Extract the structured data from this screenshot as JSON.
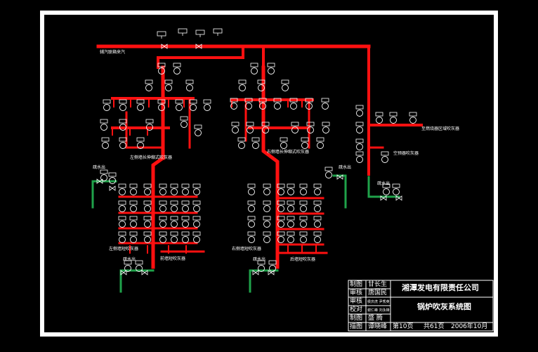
{
  "diagram": {
    "colors": {
      "background": "#000000",
      "frame": "#ffffff",
      "steam_pipe": "#ff1010",
      "drain_pipe": "#1fa24a",
      "instrument": "#ffffff"
    },
    "labels": {
      "inlet": "辅汽联箱来汽",
      "upper_branch": "至燃烧器区域吹灰器",
      "lower_right_branch": "空预器吹灰器",
      "left_mid": "左侧墙长伸缩式吹灰器",
      "right_mid": "右侧墙长伸缩式吹灰器",
      "left_bottom": "左侧墙短吹灰器",
      "left_bottom2": "前墙短吹灰器",
      "right_bottom": "右侧墙短吹灰器",
      "right_bottom2": "后墙短吹灰器",
      "drain1": "疏水出",
      "drain2": "疏水出",
      "drain3": "疏水出",
      "drain4": "疏水出",
      "drain5": "疏水出"
    }
  },
  "title_block": {
    "rows": [
      {
        "role": "制图",
        "name": "甘长生"
      },
      {
        "role": "审核",
        "name": "唐国民"
      },
      {
        "role": "审核",
        "name": "侯庆虎 尹秀英"
      },
      {
        "role": "校对",
        "name": "谢仁峰 刘永锋"
      },
      {
        "role": "制图",
        "name": "盛 腾"
      },
      {
        "role": "描图",
        "name": "谭晓峰"
      }
    ],
    "company": "湘潭发电有限责任公司",
    "drawing_title": "锅炉吹灰系统图",
    "page": "第10页",
    "total": "共61页",
    "date": "2006年10月"
  }
}
